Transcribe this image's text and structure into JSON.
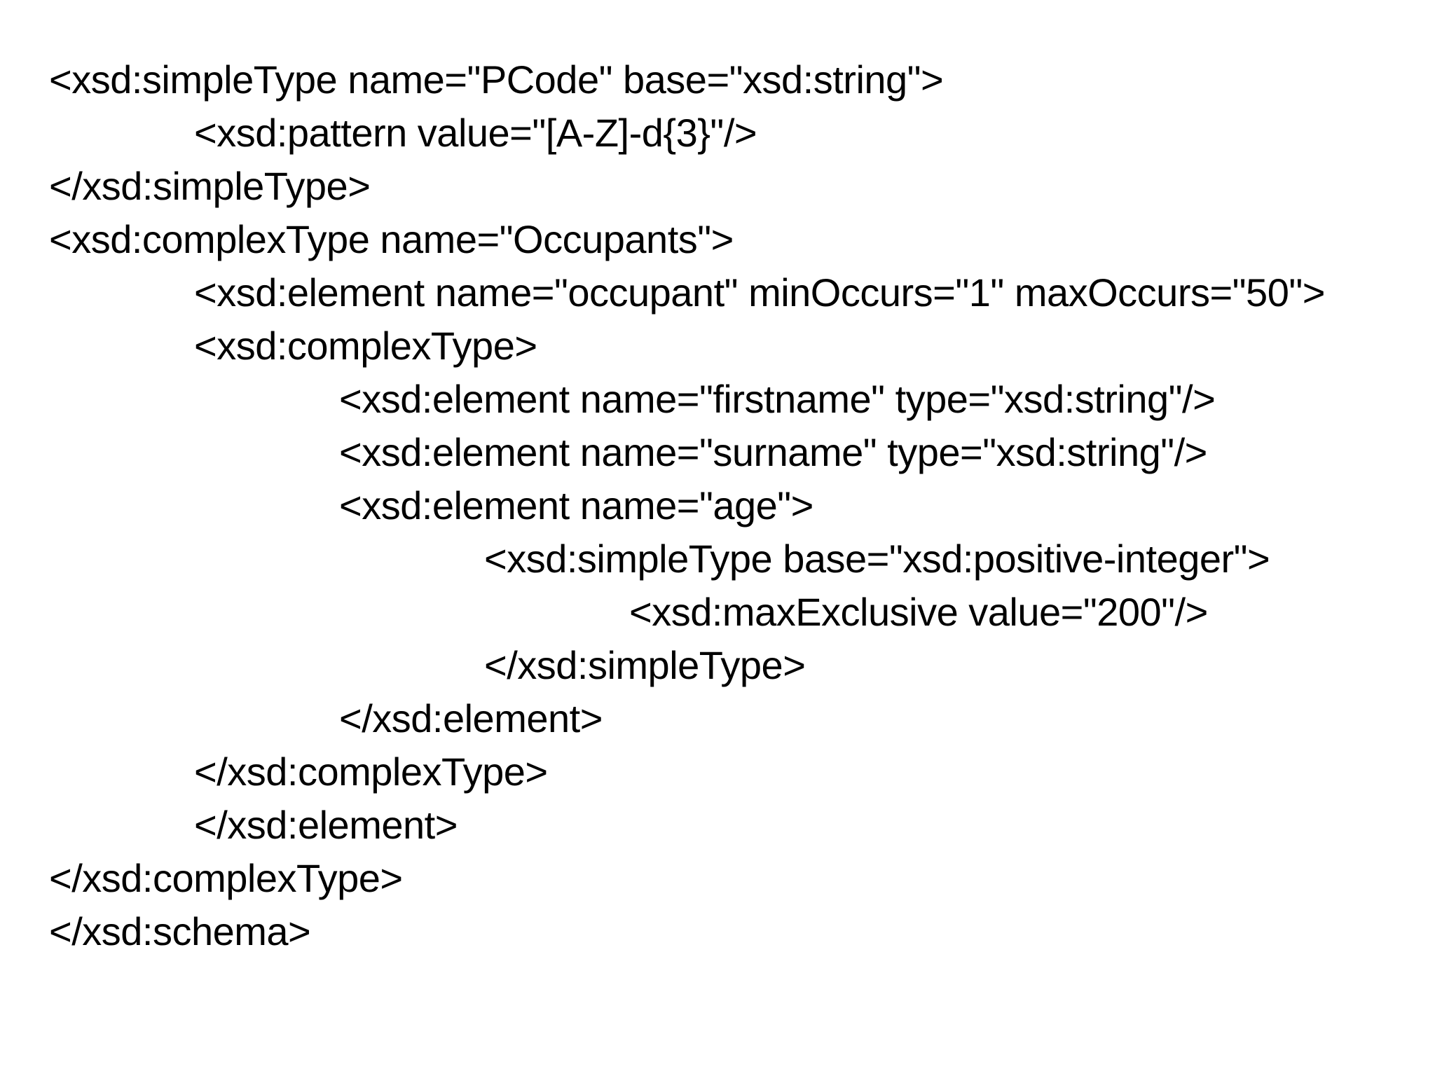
{
  "page": {
    "type": "slide",
    "background_color": "#ffffff",
    "text_color": "#000000"
  },
  "code": {
    "language": "xml-xsd-schema",
    "lines": [
      {
        "indent": 0,
        "text": "<xsd:simpleType name=\"PCode\" base=\"xsd:string\">"
      },
      {
        "indent": 1,
        "text": "<xsd:pattern value=\"[A-Z]-d{3}\"/>"
      },
      {
        "indent": 0,
        "text": "</xsd:simpleType>"
      },
      {
        "indent": 0,
        "text": "<xsd:complexType name=\"Occupants\">"
      },
      {
        "indent": 1,
        "text": "<xsd:element name=\"occupant\" minOccurs=\"1\" maxOccurs=\"50\">"
      },
      {
        "indent": 1,
        "text": "<xsd:complexType>"
      },
      {
        "indent": 2,
        "text": "<xsd:element name=\"firstname\" type=\"xsd:string\"/>"
      },
      {
        "indent": 2,
        "text": "<xsd:element name=\"surname\" type=\"xsd:string\"/>"
      },
      {
        "indent": 2,
        "text": "<xsd:element name=\"age\">"
      },
      {
        "indent": 3,
        "text": "<xsd:simpleType base=\"xsd:positive-integer\">"
      },
      {
        "indent": 4,
        "text": "<xsd:maxExclusive value=\"200\"/>"
      },
      {
        "indent": 3,
        "text": "</xsd:simpleType>"
      },
      {
        "indent": 2,
        "text": "</xsd:element>"
      },
      {
        "indent": 1,
        "text": "</xsd:complexType>"
      },
      {
        "indent": 1,
        "text": "</xsd:element>"
      },
      {
        "indent": 0,
        "text": "</xsd:complexType>"
      },
      {
        "indent": 0,
        "text": "</xsd:schema>"
      }
    ]
  }
}
